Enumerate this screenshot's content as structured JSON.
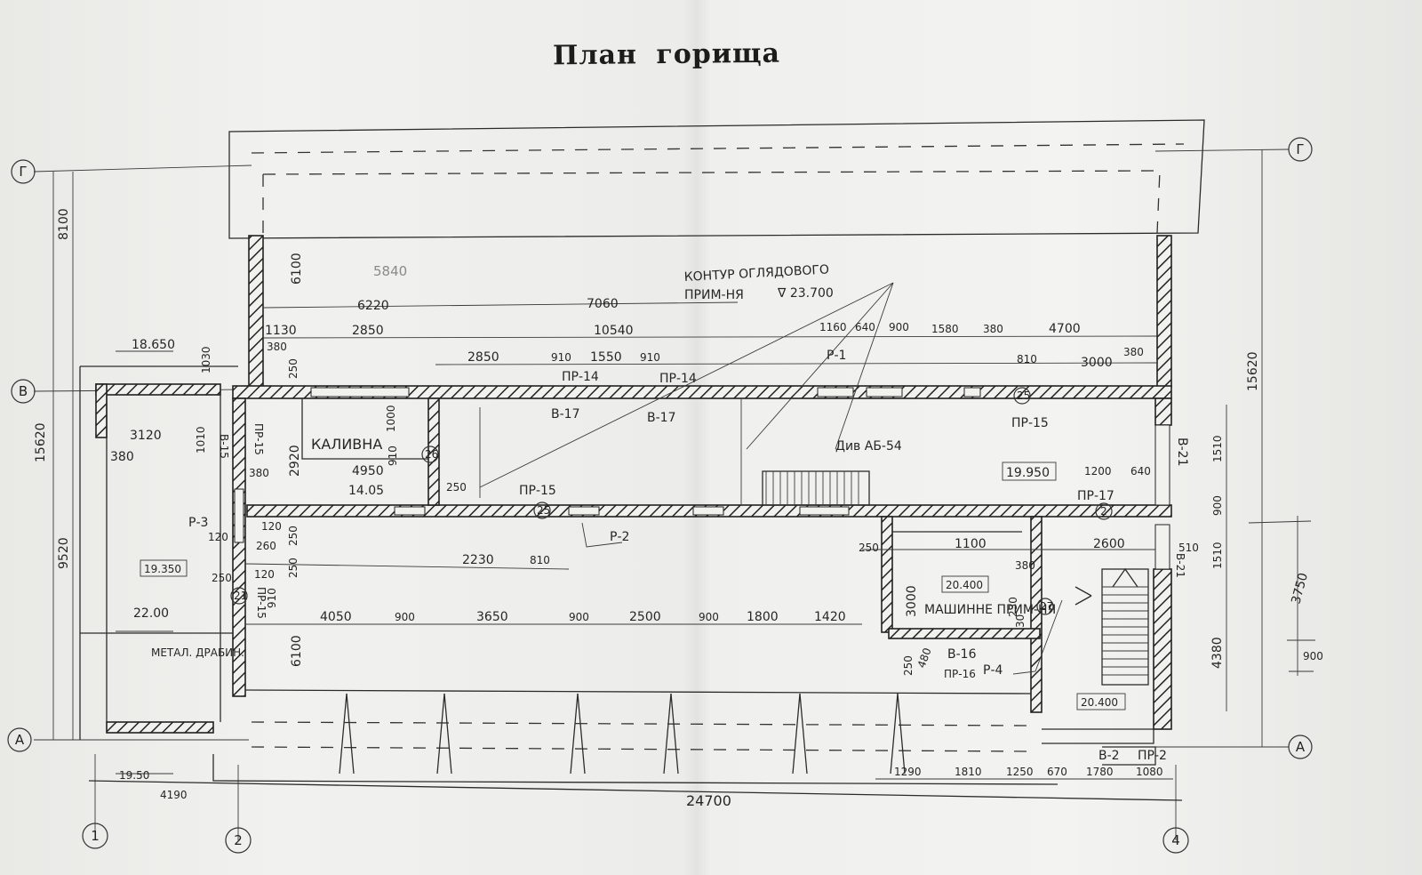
{
  "title": "План горища",
  "axes": {
    "rows": [
      {
        "id": "row-g-left",
        "label": "Г"
      },
      {
        "id": "row-g-right",
        "label": "Г"
      },
      {
        "id": "row-v-left",
        "label": "В"
      },
      {
        "id": "row-a-left",
        "label": "А"
      },
      {
        "id": "row-a-right",
        "label": "А"
      }
    ],
    "cols": [
      {
        "id": "col-1",
        "label": "1"
      },
      {
        "id": "col-2",
        "label": "2"
      },
      {
        "id": "col-4",
        "label": "4"
      }
    ]
  },
  "rooms": {
    "boiler": "КАЛИВНА",
    "machine": "МАШИННЕ ПРИМ-НЯ",
    "ladder": "МЕТАЛ. ДРАБИН."
  },
  "notes": {
    "contour": "КОНТУР ОГЛЯДОВОГО",
    "contour2": "ПРИМ-НЯ",
    "contour_level": "∇ 23.700",
    "stair_ref": "Див АБ-54",
    "pencil_value": "5840"
  },
  "levels": {
    "l18650": "18.650",
    "l19950": "19.950",
    "l19350": "19.350",
    "l20400a": "20.400",
    "l20400b": "20.400",
    "l14": "14.05",
    "l22": "22.00",
    "l1950": "19.50"
  },
  "marks": {
    "pr14a": "ПР-14",
    "pr14b": "ПР-14",
    "v17a": "В-17",
    "v17b": "В-17",
    "pr15a": "ПР-15",
    "pr15b": "ПР-15",
    "pr15c": "ПР-15",
    "pr17": "ПР-17",
    "pr16": "ПР-16",
    "r1": "Р-1",
    "r2": "Р-2",
    "r3": "Р-3",
    "r4": "Р-4",
    "v15": "В-15",
    "v16": "В-16",
    "v21a": "В-21",
    "v21b": "В-21",
    "v2": "В-2",
    "pr2": "ПР-2",
    "pr15d": "ПР-15"
  },
  "circles": {
    "c25a": "25",
    "c25b": "25",
    "c26": "26",
    "c2": "2",
    "c27": "27",
    "c21": "21"
  },
  "dims": {
    "d8100": "8100",
    "d9520": "9520",
    "d15620l": "15620",
    "d15620r": "15620",
    "d6100a": "6100",
    "d6100b": "6100",
    "d6220": "6220",
    "d7060": "7060",
    "d1130": "1130",
    "d2850a": "2850",
    "d10540": "10540",
    "d1160": "1160",
    "d640a": "640",
    "d900a": "900",
    "d1580": "1580",
    "d380a": "380",
    "d4700": "4700",
    "d2850b": "2850",
    "d910a": "910",
    "d1550": "1550",
    "d910b": "910",
    "d810a": "810",
    "d3000a": "3000",
    "d380b": "380",
    "d380c": "380",
    "d250a": "250",
    "d1030": "1030",
    "d3120": "3120",
    "d380d": "380",
    "d1010": "1010",
    "d2920": "2920",
    "d4950": "4950",
    "d910c": "910",
    "d1000": "1000",
    "d380e": "380",
    "d250b": "250",
    "d1200": "1200",
    "d640b": "640",
    "d1510a": "1510",
    "d900b": "900",
    "d1510b": "1510",
    "d510": "510",
    "d4380": "4380",
    "d3750": "3750",
    "d900c": "900",
    "d2230": "2230",
    "d810b": "810",
    "d250c": "250",
    "d1100": "1100",
    "d380f": "380",
    "d2600": "2600",
    "d3000b": "3000",
    "d230": "230",
    "d30": "30",
    "d4050": "4050",
    "d900d": "900",
    "d3650": "3650",
    "d900e": "900",
    "d2500": "2500",
    "d900f": "900",
    "d1800": "1800",
    "d1420": "1420",
    "d120a": "120",
    "d120b": "120",
    "d260": "260",
    "d250d": "250",
    "d120c": "120",
    "d250e": "250",
    "d910d": "910",
    "d250f": "250",
    "d480": "480",
    "d1290": "1290",
    "d1810": "1810",
    "d1250": "1250",
    "d670": "670",
    "d1780": "1780",
    "d1080": "1080",
    "d24700": "24700",
    "d4190": "4190",
    "d250g": "250"
  }
}
